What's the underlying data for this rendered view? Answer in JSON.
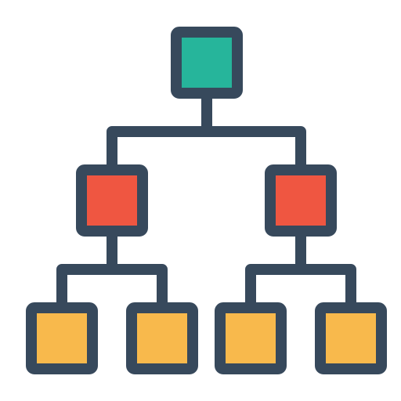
{
  "icon": {
    "name": "hierarchy-icon",
    "colors": {
      "background": "#ffffff",
      "outline": "#37495c",
      "root_fill": "#26b59b",
      "level1_fill": "#ef5641",
      "level2_fill": "#f8b94c"
    },
    "nodes": [
      {
        "id": "root",
        "level": 0,
        "parent": null
      },
      {
        "id": "left",
        "level": 1,
        "parent": "root"
      },
      {
        "id": "right",
        "level": 1,
        "parent": "root"
      },
      {
        "id": "left-a",
        "level": 2,
        "parent": "left"
      },
      {
        "id": "left-b",
        "level": 2,
        "parent": "left"
      },
      {
        "id": "right-a",
        "level": 2,
        "parent": "right"
      },
      {
        "id": "right-b",
        "level": 2,
        "parent": "right"
      }
    ]
  }
}
